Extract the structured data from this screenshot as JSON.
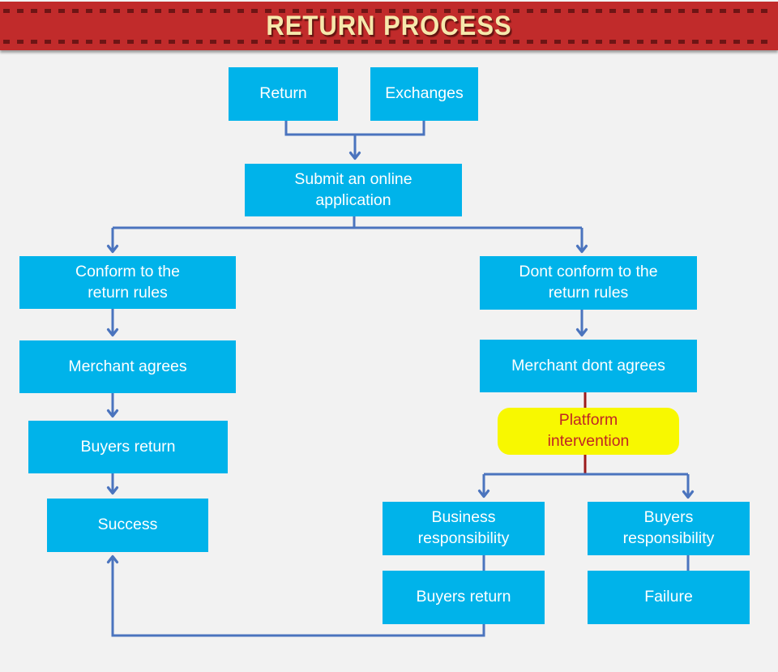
{
  "header": {
    "title": "RETURN PROCESS"
  },
  "palette": {
    "page_bg": "#F2F2F2",
    "banner_red": "#C12B2B",
    "banner_dash": "#6E1515",
    "banner_text": "#F6E8AC",
    "node_fill": "#00B3EA",
    "node_text": "#FFFFFF",
    "highlight_fill": "#F8F800",
    "highlight_text": "#C02724",
    "connector_blue": "#4B74BE",
    "connector_red": "#9B1B1B"
  },
  "nodes": [
    {
      "id": "return",
      "lines": [
        "Return"
      ]
    },
    {
      "id": "exchanges",
      "lines": [
        "Exchanges"
      ]
    },
    {
      "id": "submit-application",
      "lines": [
        "Submit an online",
        "application"
      ]
    },
    {
      "id": "conform-rules",
      "lines": [
        "Conform to the",
        "return rules"
      ]
    },
    {
      "id": "merchant-agrees",
      "lines": [
        "Merchant agrees"
      ]
    },
    {
      "id": "buyers-return-left",
      "lines": [
        "Buyers return"
      ]
    },
    {
      "id": "success",
      "lines": [
        "Success"
      ]
    },
    {
      "id": "dont-conform-rules",
      "lines": [
        "Dont conform to the",
        "return rules"
      ]
    },
    {
      "id": "merchant-dont-agrees",
      "lines": [
        "Merchant dont agrees"
      ]
    },
    {
      "id": "platform-intervention",
      "lines": [
        "Platform",
        "intervention"
      ]
    },
    {
      "id": "business-responsibility",
      "lines": [
        "Business",
        "responsibility"
      ]
    },
    {
      "id": "buyers-responsibility",
      "lines": [
        "Buyers",
        "responsibility"
      ]
    },
    {
      "id": "buyers-return-bottom",
      "lines": [
        "Buyers return"
      ]
    },
    {
      "id": "failure",
      "lines": [
        "Failure"
      ]
    }
  ]
}
